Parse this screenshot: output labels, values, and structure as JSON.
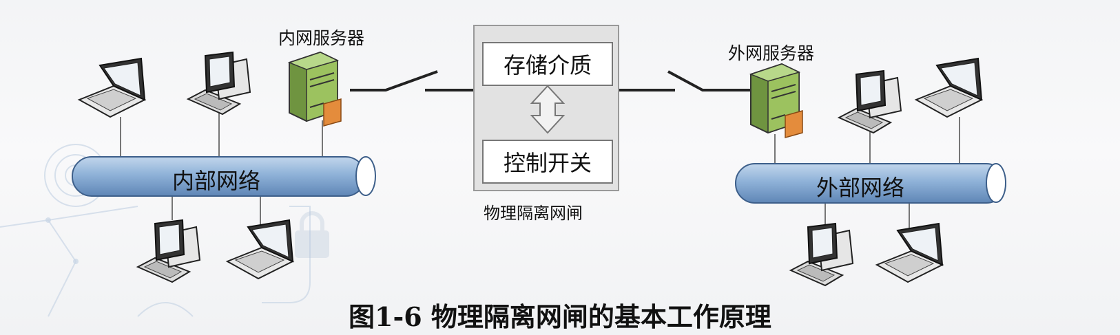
{
  "diagram": {
    "inner_server_label": "内网服务器",
    "outer_server_label": "外网服务器",
    "inner_network_label": "内部网络",
    "outer_network_label": "外部网络",
    "gateway": {
      "storage_label": "存储介质",
      "switch_label": "控制开关",
      "name": "物理隔离网闸"
    },
    "caption": "图1-6 物理隔离网闸的基本工作原理"
  },
  "icons": [
    "laptop-icon",
    "desktop-icon",
    "server-icon",
    "double-arrow-icon",
    "lock-icon"
  ],
  "colors": {
    "pipe": "#8fb2d8",
    "server": "#8fb35a",
    "gateway_bg": "#e3e3e3"
  }
}
